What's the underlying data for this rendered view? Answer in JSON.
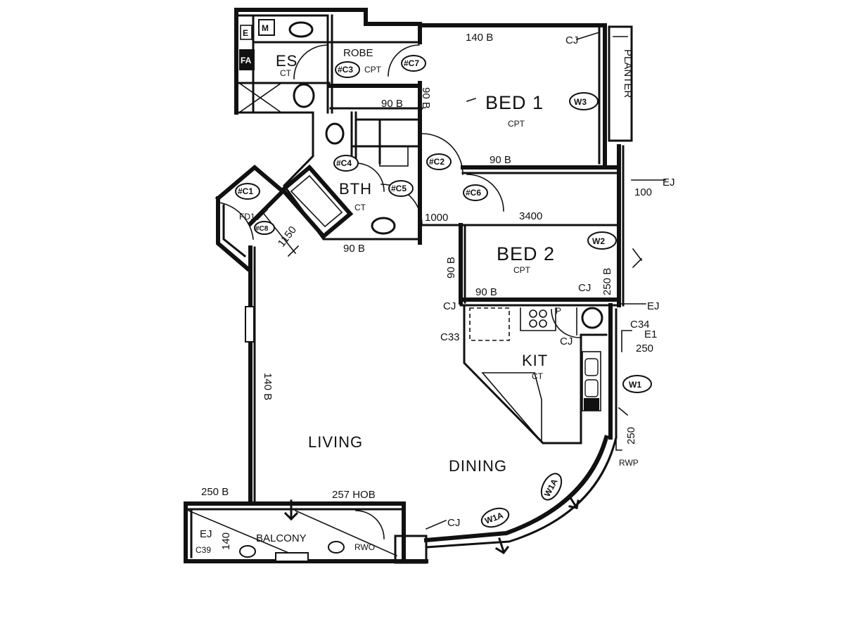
{
  "rooms": {
    "bed1": {
      "name": "BED 1",
      "floor": "CPT"
    },
    "bed2": {
      "name": "BED 2",
      "floor": "CPT"
    },
    "ensuite": {
      "name": "ES",
      "floor": "CT"
    },
    "robe": {
      "name": "ROBE",
      "floor": "CPT"
    },
    "bath": {
      "name": "BTH",
      "floor": "CT"
    },
    "kitchen": {
      "name": "KIT",
      "floor": "CT"
    },
    "living": {
      "name": "LIVING"
    },
    "dining": {
      "name": "DINING"
    },
    "balcony": {
      "name": "BALCONY"
    },
    "planter": {
      "name": "PLANTER"
    }
  },
  "fixtures": {
    "e": "E",
    "m": "M",
    "fa": "FA",
    "fd1": "FD1",
    "rwp": "RWP",
    "rwo": "RWO",
    "p": "P"
  },
  "door_tags": [
    "#C1",
    "#C2",
    "#C3",
    "#C4",
    "#C5",
    "#C6",
    "#C7",
    "#C8"
  ],
  "window_tags": {
    "w1": "W1",
    "w1a": "W1A",
    "w2": "W2",
    "w3": "W3",
    "e1": "E1"
  },
  "codes": {
    "c33": "C33",
    "c34": "C34",
    "c39": "C39"
  },
  "joints": {
    "cj": "CJ",
    "ej": "EJ"
  },
  "dimensions": {
    "bed1_top_wall": "140 B",
    "robe_wall": "90 B",
    "bed1_side_wall": "90 B",
    "bed1_bed2_wall": "90 B",
    "bed2_width": "3400",
    "passage": "1000",
    "bath_diag": "1150",
    "bath_bottom": "90 B",
    "bed2_side_wall": "90 B",
    "bed2_bottom_wall": "90 B",
    "bed2_right_wall": "250 B",
    "right_top": "100",
    "kit_right": "250",
    "right_lower": "250",
    "living_left_wall": "140 B",
    "balcony_left": "250 B",
    "hob": "257 HOB",
    "balcony_side": "140"
  }
}
